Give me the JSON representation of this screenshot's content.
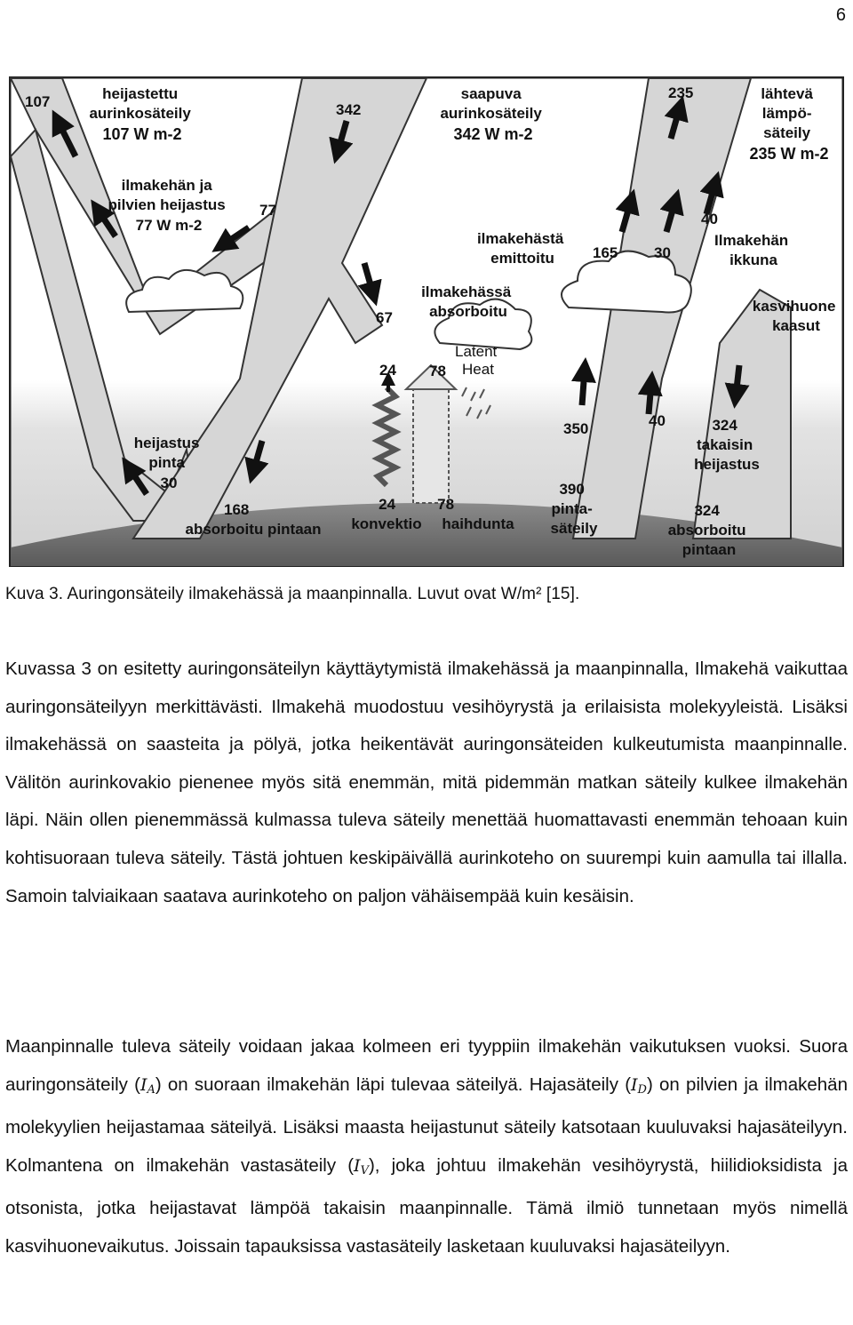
{
  "page_number": "6",
  "figure": {
    "labels": {
      "reflected_solar": [
        "heijastettu",
        "aurinkosäteily",
        "107 W m-2"
      ],
      "incoming_solar": [
        "saapuva",
        "aurinkosäteily",
        "342 W m-2"
      ],
      "outgoing_longwave": [
        "lähtevä",
        "lämpö-",
        "säteily",
        "235 W m-2"
      ],
      "reflected_atmosphere": [
        "ilmakehän ja",
        "pilvien heijastus",
        "77 W m-2"
      ],
      "emitted_atmosphere": [
        "ilmakehästä",
        "emittoitu"
      ],
      "atmospheric_window": [
        "Ilmakehän",
        "ikkuna"
      ],
      "absorbed_atmosphere": [
        "ilmakehässä",
        "absorboitu"
      ],
      "greenhouse_gases": [
        "kasvihuone",
        "kaasut"
      ],
      "latent_heat": [
        "Latent",
        "Heat"
      ],
      "surface_reflection": [
        "heijastus",
        "pinta",
        "30"
      ],
      "back_radiation": [
        "324",
        "takaisin",
        "heijastus"
      ],
      "absorbed_surface": [
        "168",
        "absorboitu pintaan"
      ],
      "convection": [
        "24",
        "konvektio"
      ],
      "evaporation": [
        "78",
        "haihdunta"
      ],
      "surface_radiation": [
        "390",
        "pinta-",
        "säteily"
      ],
      "absorbed_surface_right": [
        "324",
        "absorboitu",
        "pintaan"
      ]
    },
    "numbers": {
      "n107": "107",
      "n342": "342",
      "n235": "235",
      "n77": "77",
      "n67": "67",
      "n165": "165",
      "n30": "30",
      "n40_top": "40",
      "n24": "24",
      "n78": "78",
      "n350": "350",
      "n40_bottom": "40"
    }
  },
  "caption": "Kuva 3. Auringonsäteily ilmakehässä ja maanpinnalla. Luvut ovat W/m² [15].",
  "paragraph1": "Kuvassa 3 on esitetty auringonsäteilyn käyttäytymistä ilmakehässä ja maanpinnalla, Ilmakehä vaikuttaa auringonsäteilyyn merkittävästi. Ilmakehä muodostuu vesihöyrystä ja erilaisista molekyyleistä. Lisäksi ilmakehässä on saasteita ja pölyä, jotka heikentävät auringonsäteiden kulkeutumista maanpinnalle. Välitön aurinkovakio pienenee myös sitä enemmän, mitä pidemmän matkan säteily kulkee ilmakehän läpi. Näin ollen pienemmässä kulmassa tuleva säteily menettää huomattavasti enemmän tehoaan kuin kohtisuoraan tuleva säteily. Tästä johtuen keskipäivällä aurinkoteho on suurempi kuin aamulla tai illalla. Samoin talviaikaan saatava aurinkoteho on paljon vähäisempää kuin kesäisin.",
  "paragraph2": {
    "t1": "Maanpinnalle tuleva säteily voidaan jakaa kolmeen eri tyyppiin ilmakehän vaikutuksen vuoksi. Suora auringonsäteily (",
    "ia_base": "I",
    "ia_sub": "A",
    "t2": ") on suoraan ilmakehän läpi tulevaa säteilyä. Hajasäteily (",
    "id_base": "I",
    "id_sub": "D",
    "t3": ") on pilvien ja ilmakehän molekyylien heijastamaa säteilyä. Lisäksi maasta heijastunut säteily katsotaan kuuluvaksi hajasäteilyyn. Kolmantena on ilmakehän vastasäteily (",
    "iv_base": "I",
    "iv_sub": "V",
    "t4": "), joka johtuu ilmakehän vesihöyrystä, hiilidioksidista ja otsonista, jotka heijastavat lämpöä takaisin maanpinnalle. Tämä ilmiö tunnetaan myös nimellä kasvihuonevaikutus. Joissain tapauksissa vastasäteily lasketaan kuuluvaksi hajasäteilyyn."
  }
}
